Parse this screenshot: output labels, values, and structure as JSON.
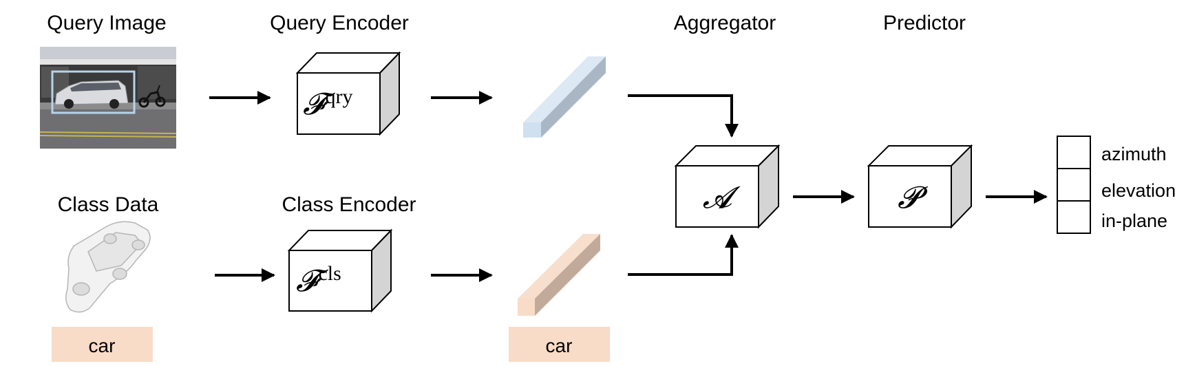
{
  "labels": {
    "query_image": "Query Image",
    "query_encoder": "Query Encoder",
    "aggregator": "Aggregator",
    "predictor": "Predictor",
    "class_data": "Class Data",
    "class_encoder": "Class Encoder"
  },
  "encoders": {
    "query": {
      "symbol": "𝓕",
      "superscript": "qry"
    },
    "class": {
      "symbol": "𝓕",
      "superscript": "cls"
    }
  },
  "aggregator_symbol": "𝓐",
  "predictor_symbol": "𝓟",
  "class_tags": {
    "input": "car",
    "embedding": "car"
  },
  "outputs": [
    "azimuth",
    "elevation",
    "in-plane"
  ],
  "colors": {
    "query_feature": "#dce8f4",
    "class_feature": "#f8dfcd",
    "class_tag_bg": "#f8dcc8",
    "bbox": "#b7d3ea",
    "cube_side": "#d4d4d4"
  }
}
